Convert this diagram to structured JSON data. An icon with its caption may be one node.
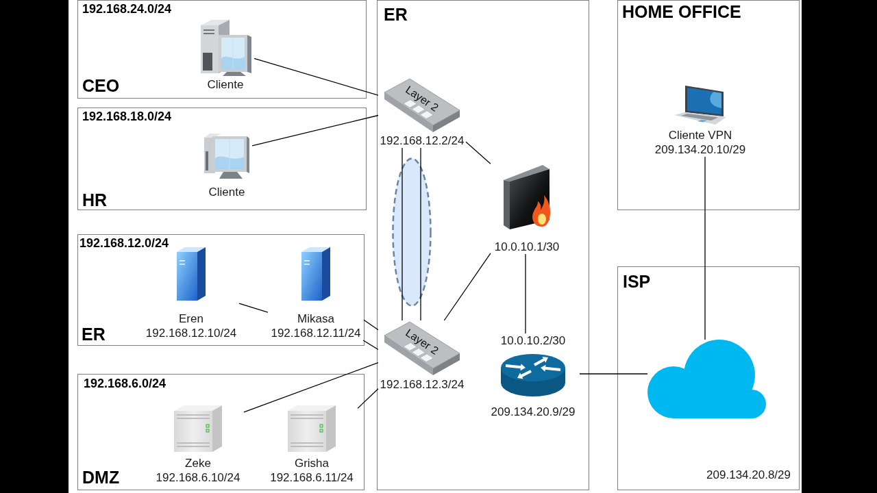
{
  "diagram": {
    "nodes": [
      {
        "text": [
          "192.168.24.0/24",
          "CEO"
        ]
      },
      {
        "text": [
          "Cliente"
        ],
        "in": 0
      },
      {
        "text": [
          "192.168.18.0/24",
          "HR"
        ]
      },
      {
        "text": [
          "Cliente"
        ],
        "in": 2
      },
      {
        "text": [
          "192.168.12.0/24",
          "ER"
        ]
      },
      {
        "text": [
          "Eren",
          "192.168.12.10/24"
        ],
        "in": 4
      },
      {
        "text": [
          "Mikasa",
          "192.168.12.11/24"
        ],
        "in": 4
      },
      {
        "text": [
          "192.168.6.0/24",
          "DMZ"
        ]
      },
      {
        "text": [
          "Zeke",
          "192.168.6.10/24"
        ],
        "in": 7
      },
      {
        "text": [
          "Grisha",
          "192.168.6.11/24"
        ],
        "in": 7
      },
      {
        "text": [
          "ER"
        ]
      },
      {
        "text": [
          "Layer 2",
          "192.168.12.2/24"
        ],
        "in": 10
      },
      {
        "text": [
          "10.0.10.1/30"
        ],
        "in": 10
      },
      {
        "text": [
          "Layer 2",
          "192.168.12.3/24"
        ],
        "in": 10
      },
      {
        "text": [
          "10.0.10.2/30",
          "209.134.20.9/29"
        ],
        "in": 10
      },
      {
        "text": [
          "HOME OFFICE"
        ]
      },
      {
        "text": [
          "Cliente VPN",
          "209.134.20.10/29"
        ],
        "in": 15
      },
      {
        "text": [
          "ISP",
          "209.134.20.8/29"
        ]
      },
      {
        "text": [],
        "shape": "cloud",
        "in": 17
      }
    ],
    "edges": [
      {
        "from": 1,
        "to": 11,
        "arrow": "none"
      },
      {
        "from": 3,
        "to": 11,
        "arrow": "none"
      },
      {
        "from": 5,
        "to": 6,
        "arrow": "none"
      },
      {
        "from": 6,
        "to": 13,
        "arrow": "none"
      },
      {
        "from": 6,
        "to": 13,
        "arrow": "none"
      },
      {
        "from": 8,
        "to": 13,
        "arrow": "none"
      },
      {
        "from": 9,
        "to": 13,
        "arrow": "none"
      },
      {
        "from": 11,
        "to": 13,
        "arrow": "none"
      },
      {
        "from": 11,
        "to": 13,
        "arrow": "none"
      },
      {
        "from": 11,
        "to": 12,
        "arrow": "none"
      },
      {
        "from": 13,
        "to": 12,
        "arrow": "none"
      },
      {
        "from": 12,
        "to": 14,
        "arrow": "none"
      },
      {
        "from": 14,
        "to": 18,
        "arrow": "none"
      },
      {
        "from": 16,
        "to": 18,
        "arrow": "none"
      }
    ]
  }
}
